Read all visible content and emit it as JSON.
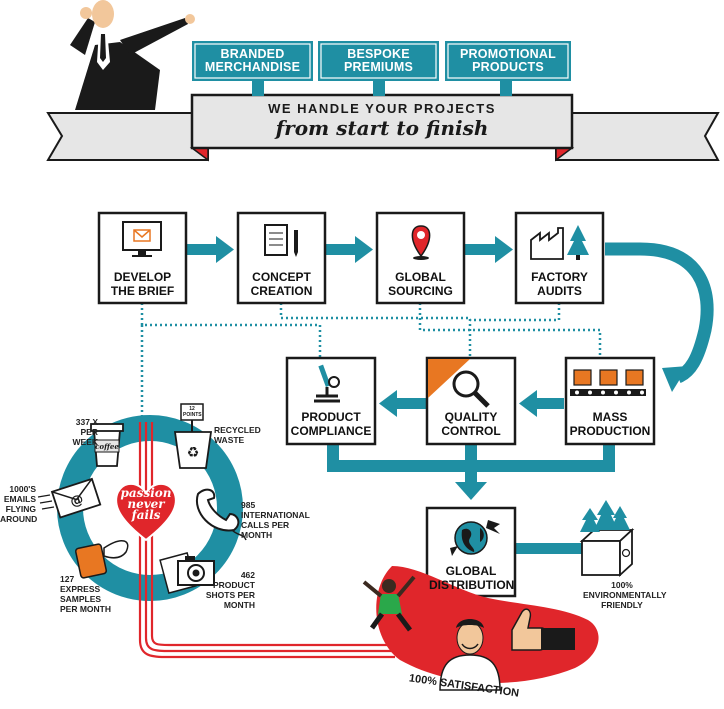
{
  "header": {
    "services": [
      "BRANDED MERCHANDISE",
      "BESPOKE PREMIUMS",
      "PROMOTIONAL PRODUCTS"
    ],
    "banner_line1": "WE HANDLE YOUR PROJECTS",
    "banner_line2": "from start to finish"
  },
  "steps": {
    "brief": "DEVELOP THE BRIEF",
    "concept": "CONCEPT CREATION",
    "sourcing": "GLOBAL SOURCING",
    "audits": "FACTORY AUDITS",
    "mass": "MASS PRODUCTION",
    "qc": "QUALITY CONTROL",
    "compliance": "PRODUCT COMPLIANCE",
    "distribution": "GLOBAL DISTRIBUTION"
  },
  "stats": {
    "coffee": "337 X PER WEEK",
    "coffee_cup": "coffee",
    "waste": "RECYCLED WASTE",
    "waste_sign": "12 POINTS",
    "emails": "1000'S EMAILS FLYING AROUND",
    "calls": "985 INTERNATIONAL CALLS PER MONTH",
    "samples": "127 EXPRESS SAMPLES PER MONTH",
    "shots": "462 PRODUCT SHOTS PER MONTH",
    "heart": [
      "passion",
      "never",
      "fails"
    ]
  },
  "eco": "100% ENVIRONMENTALLY FRIENDLY",
  "satisfaction": "100% SATISFACTION",
  "colors": {
    "teal": "#1f8fa3",
    "red": "#e0262b",
    "dark": "#1a1a1a",
    "orange": "#e87722",
    "banner": "#e6e6e6"
  }
}
